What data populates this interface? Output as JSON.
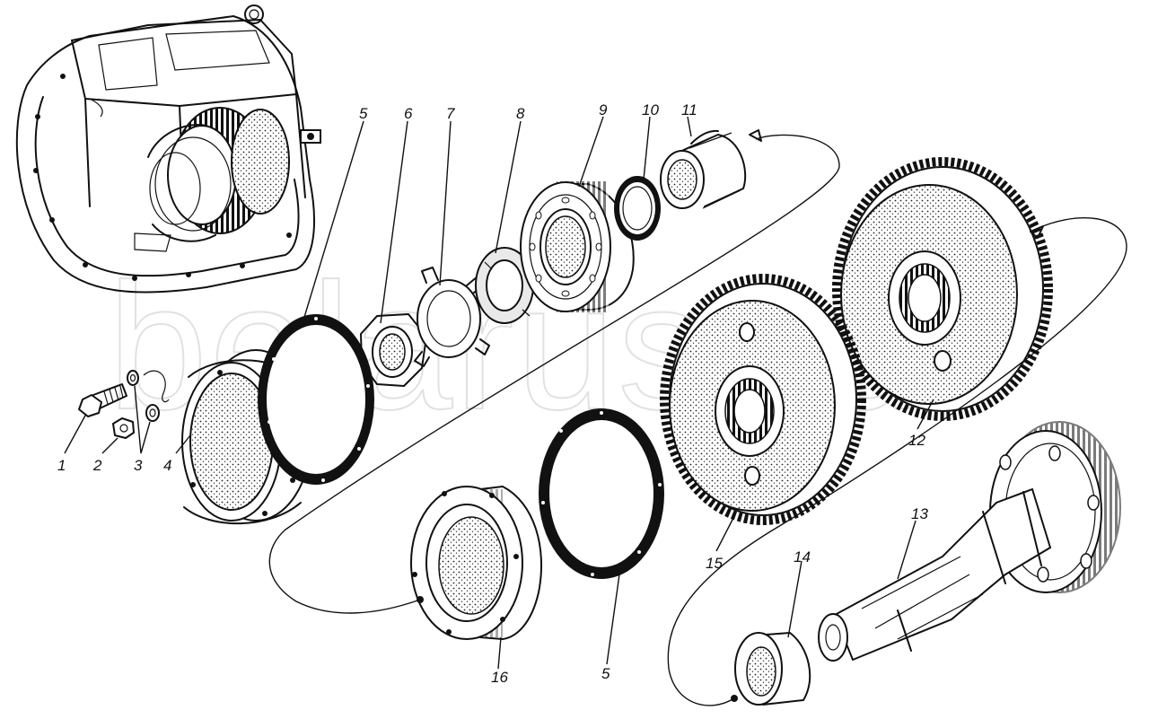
{
  "watermark": "belarus.ru",
  "callouts": {
    "c1": "1",
    "c2": "2",
    "c3": "3",
    "c4": "4",
    "c5a": "5",
    "c5b": "5",
    "c6": "6",
    "c7": "7",
    "c8": "8",
    "c9": "9",
    "c10": "10",
    "c11": "11",
    "c12": "12",
    "c13": "13",
    "c14": "14",
    "c15": "15",
    "c16": "16"
  }
}
